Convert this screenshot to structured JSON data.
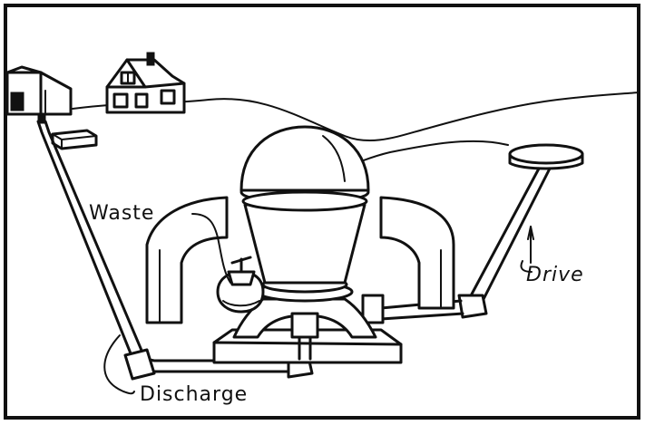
{
  "labels": {
    "waste": "Waste",
    "drive": "Drive",
    "discharge": "Discharge"
  },
  "colors": {
    "ink": "#111111",
    "paper": "#ffffff"
  }
}
